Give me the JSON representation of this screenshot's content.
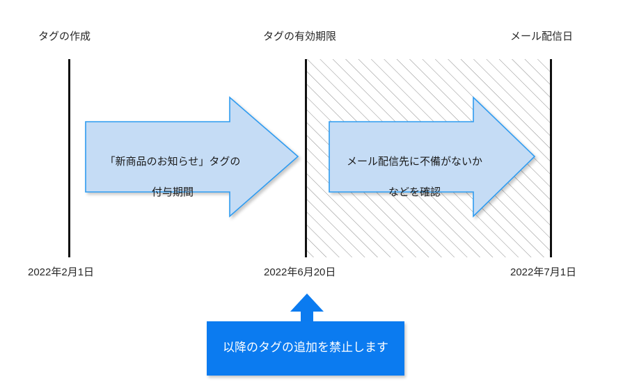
{
  "diagram": {
    "title_hidden": "",
    "colors": {
      "arrow_fill": "#c5dcf5",
      "arrow_stroke": "#2e9bf0",
      "callout_fill": "#0b7bf0",
      "callout_text": "#ffffff",
      "axis_line": "#101010",
      "hatch_line": "#8c8c8c",
      "label_text": "#262626"
    },
    "milestones": [
      {
        "id": "tag-creation",
        "top_label": "タグの作成",
        "date_label": "2022年2月1日"
      },
      {
        "id": "tag-expiry",
        "top_label": "タグの有効期限",
        "date_label": "2022年6月20日"
      },
      {
        "id": "mail-delivery",
        "top_label": "メール配信日",
        "date_label": "2022年7月1日"
      }
    ],
    "phases": [
      {
        "id": "tag-assignment-period",
        "line1": "「新商品のお知らせ」タグの",
        "line2": "付与期間"
      },
      {
        "id": "mail-check-period",
        "line1": "メール配信先に不備がないか",
        "line2": "などを確認"
      }
    ],
    "callout": {
      "id": "no-more-tags",
      "text": "以降のタグの追加を禁止します"
    }
  }
}
